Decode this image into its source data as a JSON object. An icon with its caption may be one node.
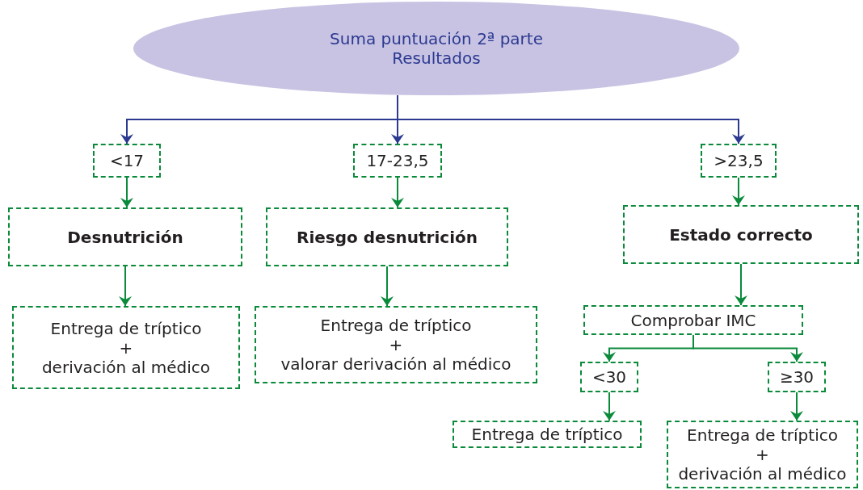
{
  "diagram": {
    "nodes": [
      {
        "text": [
          "Suma puntuación 2ª parte Resultados"
        ]
      },
      {
        "text": [
          "<17"
        ]
      },
      {
        "text": [
          "17-23,5"
        ]
      },
      {
        "text": [
          ">23,5"
        ]
      },
      {
        "text": [
          "Desnutrición"
        ]
      },
      {
        "text": [
          "Riesgo desnutrición"
        ]
      },
      {
        "text": [
          "Estado correcto"
        ]
      },
      {
        "text": [
          "Entrega de tríptico",
          "+",
          "derivación al médico"
        ]
      },
      {
        "text": [
          "Entrega de tríptico",
          "+",
          "valorar derivación al médico"
        ]
      },
      {
        "text": [
          "Comprobar IMC"
        ]
      },
      {
        "text": [
          "<30"
        ]
      },
      {
        "text": [
          "≥30"
        ]
      },
      {
        "text": [
          "Entrega de tríptico"
        ]
      },
      {
        "text": [
          "Entrega de tríptico",
          "+",
          "derivación al médico"
        ]
      }
    ],
    "edges": [
      {
        "from": 0,
        "to": 1,
        "arrow": "to",
        "color": "#2b3990"
      },
      {
        "from": 0,
        "to": 2,
        "arrow": "to",
        "color": "#2b3990"
      },
      {
        "from": 0,
        "to": 3,
        "arrow": "to",
        "color": "#2b3990"
      },
      {
        "from": 1,
        "to": 4,
        "arrow": "to"
      },
      {
        "from": 2,
        "to": 5,
        "arrow": "to"
      },
      {
        "from": 3,
        "to": 6,
        "arrow": "to"
      },
      {
        "from": 4,
        "to": 7,
        "arrow": "to"
      },
      {
        "from": 5,
        "to": 8,
        "arrow": "to"
      },
      {
        "from": 6,
        "to": 9,
        "arrow": "to"
      },
      {
        "from": 9,
        "to": 10,
        "arrow": "to"
      },
      {
        "from": 9,
        "to": 11,
        "arrow": "to"
      },
      {
        "from": 10,
        "to": 12,
        "arrow": "to"
      },
      {
        "from": 11,
        "to": 13,
        "arrow": "to"
      }
    ]
  }
}
